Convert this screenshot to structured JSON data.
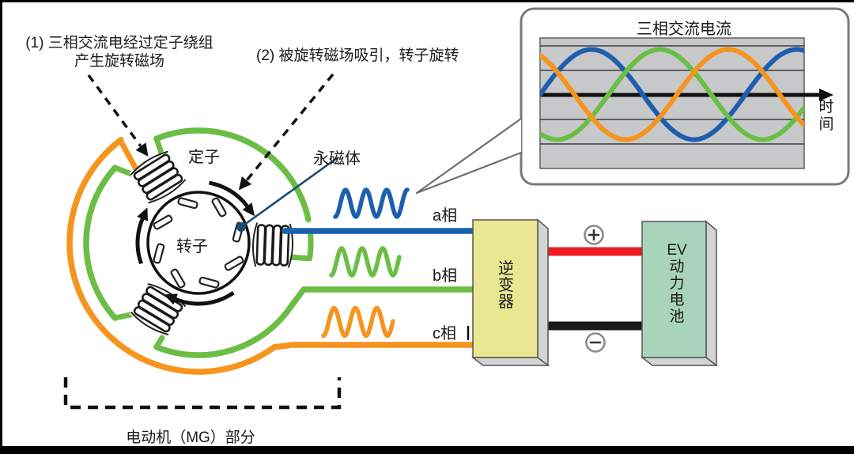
{
  "colors": {
    "phase_a_blue": "#1d5fae",
    "phase_b_green": "#6abe45",
    "phase_c_orange": "#f6941e",
    "leader_navy": "#1b4a73",
    "wire_red": "#ec1c24",
    "wire_black": "#1a1a1a",
    "inverter_fill": "#eae691",
    "battery_fill": "#a9d4bc",
    "box_side_gray": "#d4d4d4",
    "outline_gray": "#555555",
    "inset_border_gray": "#7a7a7a",
    "plot_bg": "#c7c8ca",
    "gridline": "#3c3c3c",
    "ink_black": "#111111"
  },
  "annotations": {
    "step1": "(1) 三相交流电经过定子绕组\n产生旋转磁场",
    "step2": "(2) 被旋转磁场吸引，转子旋转"
  },
  "motor": {
    "stator_label": "定子",
    "rotor_label": "转子",
    "magnet_label": "永磁体",
    "section_label": "电动机（MG）部分"
  },
  "phase_labels": {
    "a": "a相",
    "b": "b相",
    "c": "c相"
  },
  "inverter": {
    "label": "逆变器"
  },
  "battery": {
    "label": "EV动力电池"
  },
  "terminals": {
    "positive": "+",
    "negative": "−"
  },
  "chart_data": {
    "type": "line",
    "title": "三相交流电流",
    "xlabel": "时间",
    "ylabel": "",
    "waveform": "sine",
    "amplitude": 1,
    "x_range_deg": [
      0,
      463
    ],
    "axis_y": 0,
    "gridlines_y": [
      1.08,
      0.55,
      -0.55,
      -1.08
    ],
    "grid": "horizontal only",
    "legend": "none",
    "plot_bg": "#c7c8ca",
    "series": [
      {
        "name": "a相",
        "color": "#1d5fae",
        "phase_deg": 0
      },
      {
        "name": "b相",
        "color": "#6abe45",
        "phase_deg": -120
      },
      {
        "name": "c相",
        "color": "#f6941e",
        "phase_deg": 120
      }
    ]
  }
}
